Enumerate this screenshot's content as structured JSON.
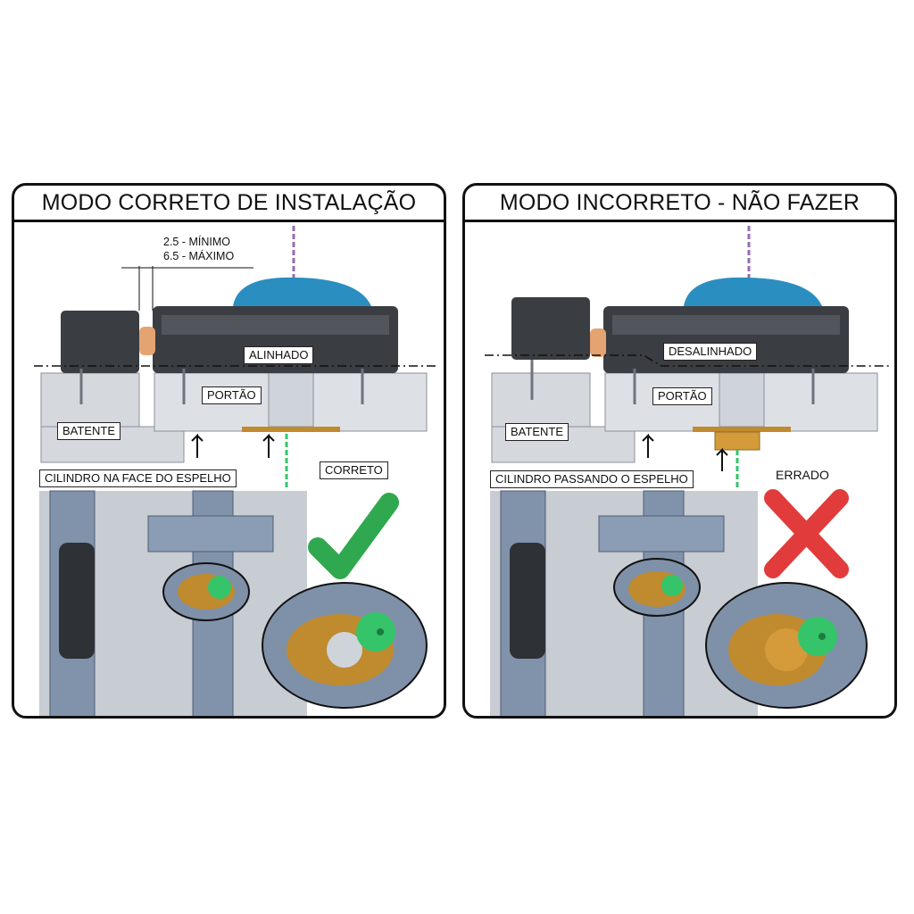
{
  "left_panel": {
    "title": "MODO CORRETO DE INSTALAÇÃO",
    "spec_min": "2.5 - MÍNIMO",
    "spec_max": "6.5 - MÁXIMO",
    "lock_label": "ALINHADO",
    "door_label": "PORTÃO",
    "frame_label": "BATENTE",
    "cylinder_label": "CILINDRO NA FACE DO ESPELHO",
    "verdict": "CORRETO",
    "verdict_icon": "check-icon",
    "verdict_color": "#2fa84f"
  },
  "right_panel": {
    "title": "MODO INCORRETO - NÃO FAZER",
    "lock_label": "DESALINHADO",
    "door_label": "PORTÃO",
    "frame_label": "BATENTE",
    "cylinder_label": "CILINDRO PASSANDO O ESPELHO",
    "verdict": "ERRADO",
    "verdict_icon": "x-icon",
    "verdict_color": "#e23b3b"
  },
  "colors": {
    "lock_body": "#3a3d42",
    "button_blue": "#2a8fc0",
    "gate_gray": "#d9dde2",
    "post_blue": "#8093ab",
    "brass": "#c08a2e",
    "key_green": "#35c46a"
  }
}
